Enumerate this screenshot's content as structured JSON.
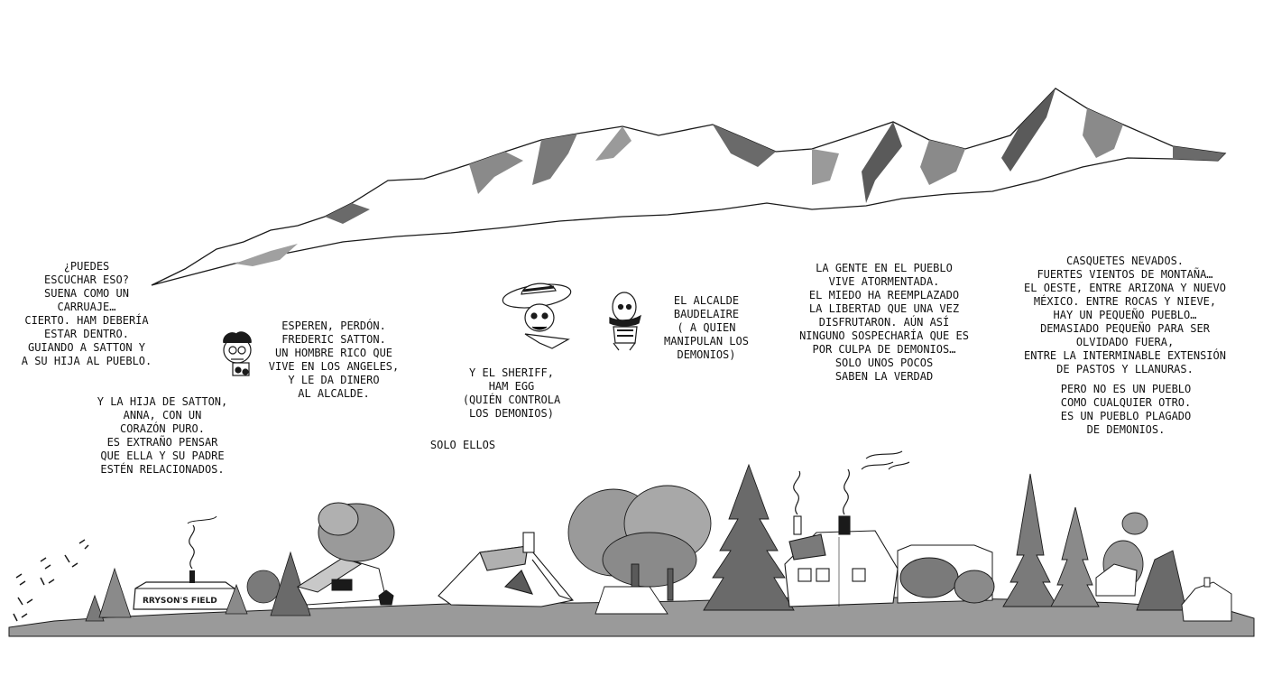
{
  "captions": {
    "carriage": "¿PUEDES\nESCUCHAR ESO?\nSUENA COMO UN\nCARRUAJE…\nCIERTO. HAM DEBERÍA\nESTAR DENTRO.\nGUIANDO A SATTON Y\nA SU HIJA AL PUEBLO.",
    "daughter": "Y LA HIJA DE SATTON,\nANNA, CON UN\nCORAZÓN PURO.\nES EXTRAÑO PENSAR\nQUE ELLA Y SU PADRE\nESTÉN RELACIONADOS.",
    "satton": "ESPEREN, PERDÓN.\nFREDERIC SATTON.\nUN HOMBRE RICO QUE\nVIVE EN LOS ANGELES,\nY LE DA DINERO\nAL ALCALDE.",
    "sheriff": "Y EL SHERIFF,\nHAM EGG\n(QUIÉN CONTROLA\nLOS DEMONIOS)",
    "only_them": "SOLO ELLOS",
    "mayor": "EL ALCALDE\nBAUDELAIRE\n( A QUIEN\nMANIPULAN LOS\nDEMONIOS)",
    "people": "LA GENTE EN EL PUEBLO\nVIVE ATORMENTADA.\nEL MIEDO HA REEMPLAZADO\nLA LIBERTAD QUE UNA VEZ\nDISFRUTARON. AÚN ASÍ\nNINGUNO SOSPECHARÍA QUE ES\nPOR CULPA DE DEMONIOS…\nSOLO UNOS POCOS\nSABEN LA VERDAD",
    "caps": "CASQUETES NEVADOS.\nFUERTES VIENTOS DE MONTAÑA…\nEL OESTE, ENTRE ARIZONA Y NUEVO\nMÉXICO. ENTRE ROCAS Y NIEVE,\nHAY UN PEQUEÑO PUEBLO…\nDEMASIADO PEQUEÑO PARA SER\nOLVIDADO FUERA,\nENTRE LA INTERMINABLE EXTENSIÓN\nDE PASTOS Y LLANURAS.",
    "not_town": "PERO NO ES UN PUEBLO\nCOMO CUALQUIER OTRO.\nES UN PUEBLO PLAGADO\nDE DEMONIOS."
  },
  "scene": {
    "sign_text": "RRYSON'S FIELD",
    "palette": {
      "ink": "#1a1a1a",
      "paper": "#ffffff",
      "shade_light": "#c8c8c8",
      "shade_mid": "#8a8a8a",
      "shade_dark": "#5a5a5a",
      "ground": "#9a9a9a"
    }
  }
}
